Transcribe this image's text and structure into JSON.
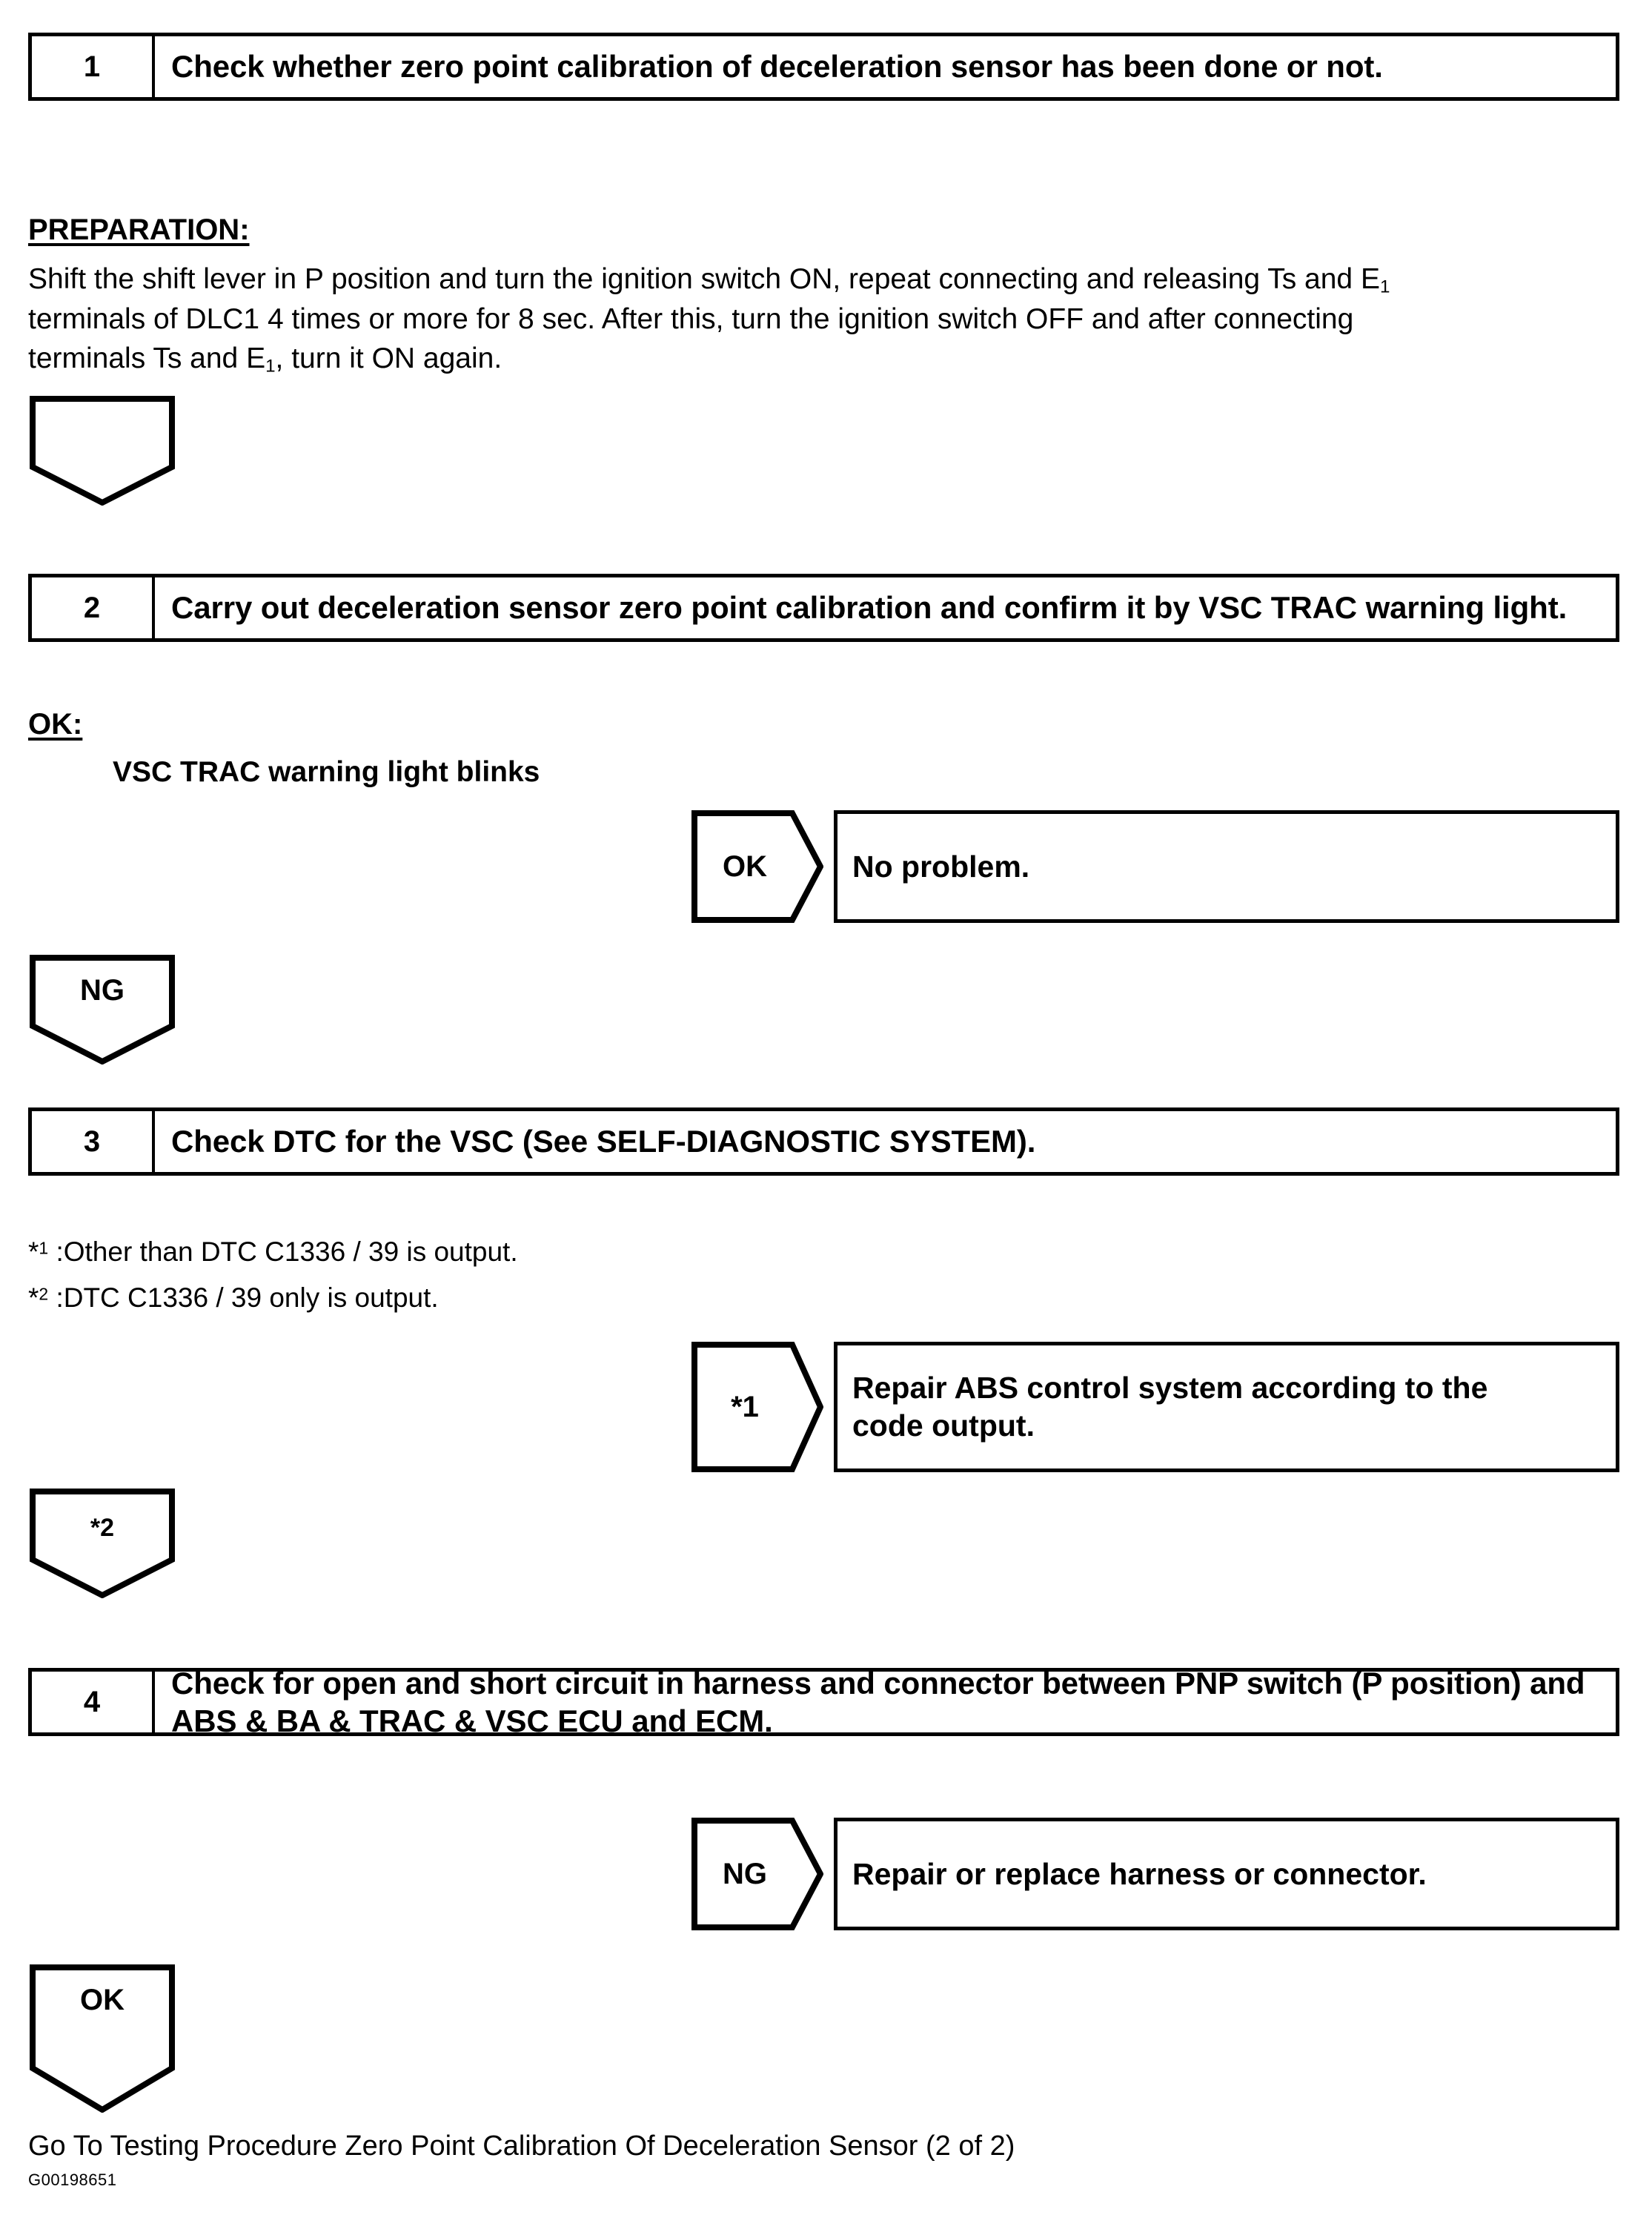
{
  "document": {
    "type": "diagnostic-troubleshooting-flowchart",
    "footer_text": "Go To Testing Procedure Zero Point Calibration Of Deceleration Sensor (2 of 2)",
    "footer_id": "G00198651"
  },
  "steps": [
    {
      "number": "1",
      "text": "Check whether zero point calibration of deceleration sensor has been done or not."
    },
    {
      "number": "2",
      "text": "Carry out deceleration sensor zero point calibration and confirm it by VSC TRAC warning light."
    },
    {
      "number": "3",
      "text": "Check DTC for the VSC (See SELF-DIAGNOSTIC SYSTEM)."
    },
    {
      "number": "4",
      "text": "Check for open and short circuit in harness and connector between PNP switch (P position) and ABS & BA & TRAC & VSC ECU and ECM."
    }
  ],
  "preparation": {
    "label": "PREPARATION:",
    "line1_a": "Shift the shift lever in P position and turn the ignition switch ON, repeat connecting and releasing Ts and E",
    "line1_sub": "1",
    "line2_a": "terminals of DLC1 4 times or more for 8 sec. After this, turn the ignition switch OFF and after connecting",
    "line3_a": "terminals Ts and E",
    "line3_sub": "1",
    "line3_b": ", turn it ON again."
  },
  "ok_section": {
    "label": "OK:",
    "condition": "VSC TRAC warning light blinks"
  },
  "footnotes": [
    {
      "marker": "*",
      "sup": "1",
      "text": ":Other than DTC C1336 / 39 is output."
    },
    {
      "marker": "*",
      "sup": "2",
      "text": ":DTC C1336 / 39 only is output."
    }
  ],
  "connectors": {
    "after_step1": "",
    "after_step2_ng": "NG",
    "after_step3_star2": "*2",
    "after_step4_ok": "OK"
  },
  "branches": [
    {
      "label": "OK",
      "result_line1": "No problem.",
      "result_line2": ""
    },
    {
      "label": "*1",
      "result_line1": "Repair ABS control system according to the",
      "result_line2": "code output."
    },
    {
      "label": "NG",
      "result_line1": "Repair or replace harness or connector.",
      "result_line2": ""
    }
  ],
  "colors": {
    "ink": "#000000",
    "paper": "#ffffff"
  }
}
